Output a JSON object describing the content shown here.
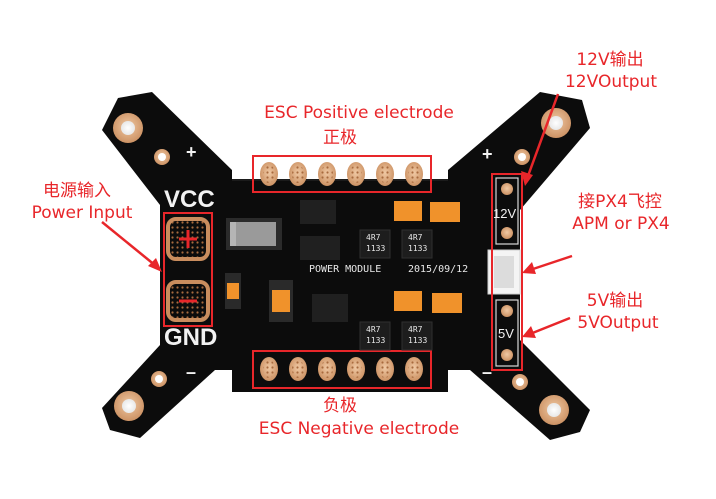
{
  "annotations": {
    "esc_positive": "ESC Positive electrode",
    "esc_positive_cn": "正极",
    "esc_negative": "ESC Negative electrode",
    "esc_negative_cn": "负极",
    "power_input_cn": "电源输入",
    "power_input": "Power Input",
    "out12_cn": "12V输出",
    "out12": "12VOutput",
    "px4_cn": "接PX4飞控",
    "px4": "APM or PX4",
    "out5_cn": "5V输出",
    "out5": "5VOutput"
  },
  "board": {
    "vcc": "VCC",
    "gnd": "GND",
    "plus": "+",
    "minus": "–",
    "module_label": "POWER MODULE",
    "date": "2015/09/12",
    "v12": "12V",
    "v5": "5V",
    "inductor_code": "4R7",
    "inductor_sub": "1133"
  },
  "colors": {
    "pcb": "#0c0c0c",
    "pad": "#d9a57a",
    "annotation": "#e8262a",
    "smd": "#f0922b"
  }
}
